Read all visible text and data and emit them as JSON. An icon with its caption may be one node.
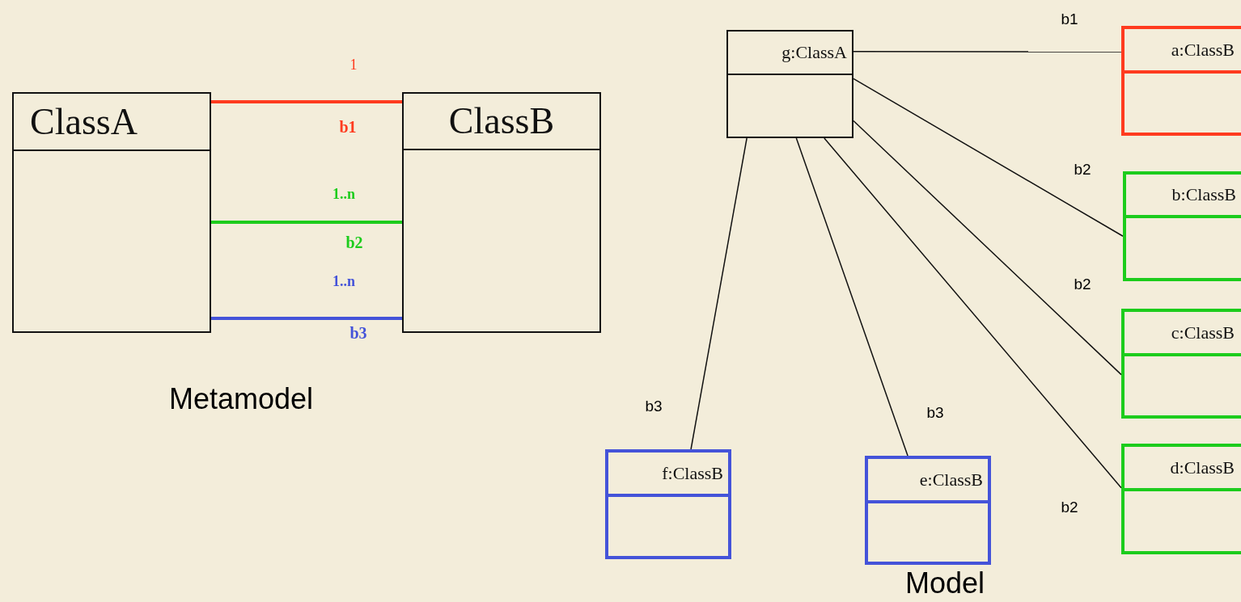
{
  "diagram": {
    "nodes": [
      {
        "text": [
          "ClassA"
        ]
      },
      {
        "text": [
          "ClassB"
        ]
      },
      {
        "text": [
          "g:ClassA"
        ]
      },
      {
        "text": [
          "a:ClassB"
        ]
      },
      {
        "text": [
          "b:ClassB"
        ]
      },
      {
        "text": [
          "c:ClassB"
        ]
      },
      {
        "text": [
          "d:ClassB"
        ]
      },
      {
        "text": [
          "f:ClassB"
        ]
      },
      {
        "text": [
          "e:ClassB"
        ]
      }
    ],
    "edges": [
      {
        "from": 0,
        "to": 1,
        "arrow": "none",
        "label": "b1",
        "style": "thick",
        "color": "#ff3b1f"
      },
      {
        "from": 0,
        "to": 1,
        "arrow": "none",
        "label": "b2",
        "style": "thick",
        "color": "#1ccc1c"
      },
      {
        "from": 0,
        "to": 1,
        "arrow": "none",
        "label": "b3",
        "style": "thick",
        "color": "#4453d9"
      },
      {
        "from": 2,
        "to": 3,
        "arrow": "none",
        "label": "b1"
      },
      {
        "from": 2,
        "to": 4,
        "arrow": "none",
        "label": "b2"
      },
      {
        "from": 2,
        "to": 5,
        "arrow": "none",
        "label": "b2"
      },
      {
        "from": 2,
        "to": 6,
        "arrow": "none",
        "label": "b2"
      },
      {
        "from": 2,
        "to": 8,
        "arrow": "none",
        "label": "b3"
      },
      {
        "from": 2,
        "to": 7,
        "arrow": "none",
        "label": "b3"
      }
    ],
    "labels": [
      "1",
      "1..n",
      "1..n",
      "Metamodel",
      "Model"
    ]
  }
}
